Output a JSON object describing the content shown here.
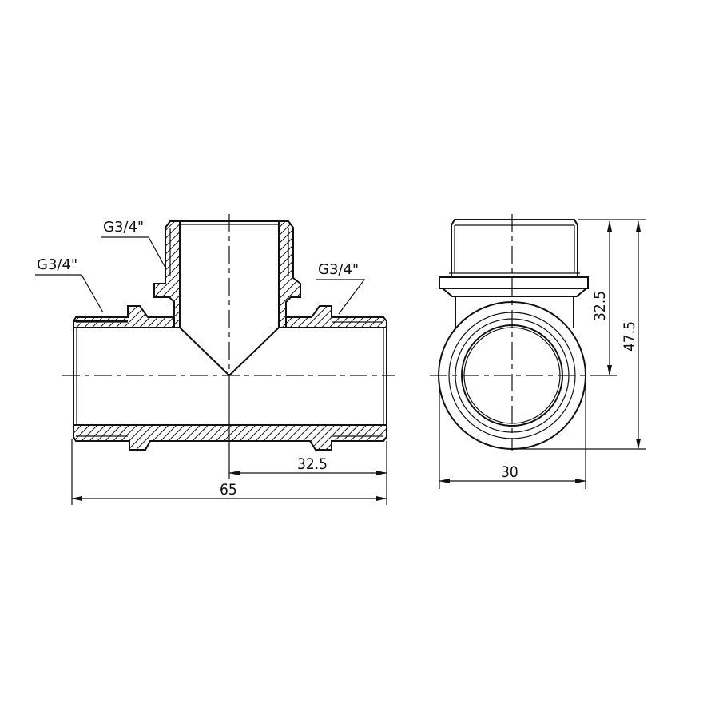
{
  "drawing": {
    "subject": "Tee fitting, male threads",
    "labels": {
      "thread_left": "G3/4\"",
      "thread_top": "G3/4\"",
      "thread_right": "G3/4\""
    },
    "dimensions": {
      "overall_length": "65",
      "half_length": "32.5",
      "body_width": "30",
      "branch_height_center": "32.5",
      "total_height": "47.5"
    },
    "views": [
      "front-section",
      "side-view"
    ]
  }
}
